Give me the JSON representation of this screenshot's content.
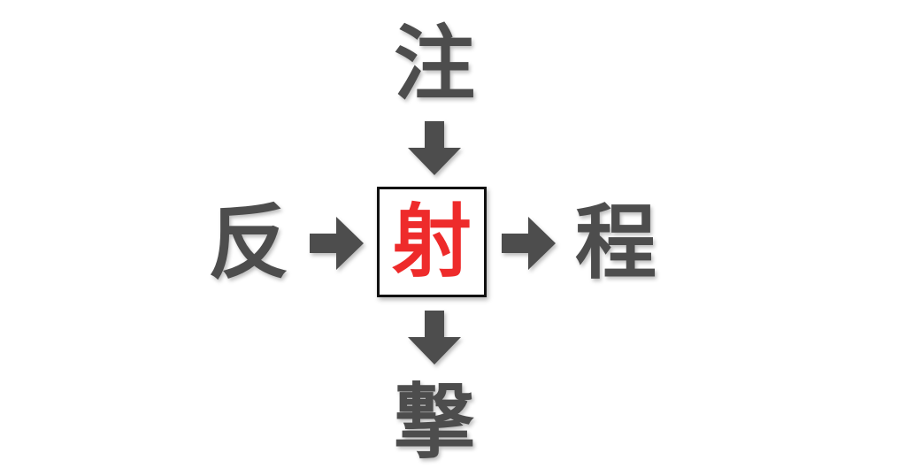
{
  "puzzle": {
    "top": "注",
    "left": "反",
    "right": "程",
    "bottom": "撃",
    "answer": "射"
  },
  "colors": {
    "kanji": "#4d4d4d",
    "arrow": "#4d4d4d",
    "answer": "#ee2b2b",
    "box_border": "#111111"
  },
  "icons": {
    "arrow_down": "arrow-down-icon",
    "arrow_right": "arrow-right-icon"
  }
}
